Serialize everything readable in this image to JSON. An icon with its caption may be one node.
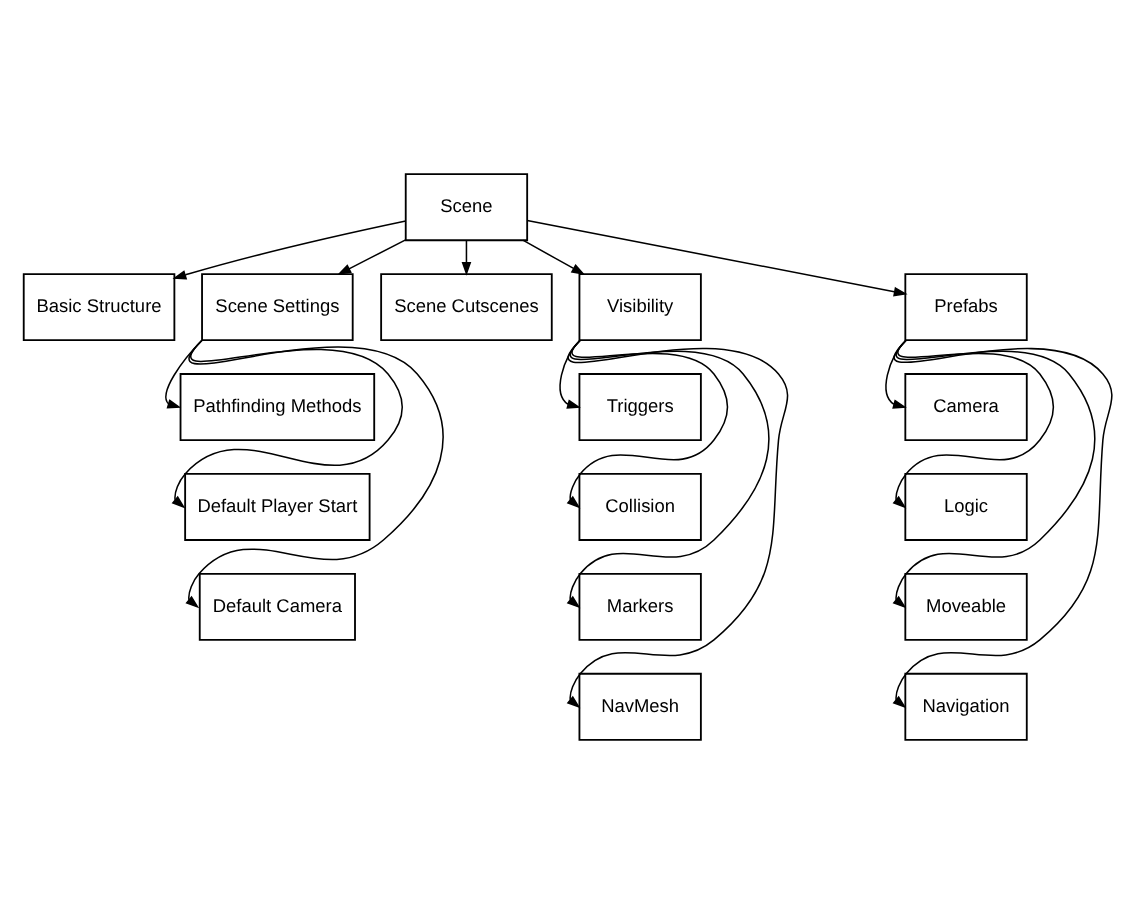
{
  "diagram": {
    "nodes": [
      {
        "text": [
          "Scene"
        ]
      },
      {
        "text": [
          "Basic Structure"
        ]
      },
      {
        "text": [
          "Scene Settings"
        ]
      },
      {
        "text": [
          "Scene Cutscenes"
        ]
      },
      {
        "text": [
          "Visibility"
        ]
      },
      {
        "text": [
          "Prefabs"
        ]
      },
      {
        "text": [
          "Pathfinding Methods"
        ]
      },
      {
        "text": [
          "Default Player Start"
        ]
      },
      {
        "text": [
          "Default Camera"
        ]
      },
      {
        "text": [
          "Triggers"
        ]
      },
      {
        "text": [
          "Collision"
        ]
      },
      {
        "text": [
          "Markers"
        ]
      },
      {
        "text": [
          "NavMesh"
        ]
      },
      {
        "text": [
          "Camera"
        ]
      },
      {
        "text": [
          "Logic"
        ]
      },
      {
        "text": [
          "Moveable"
        ]
      },
      {
        "text": [
          "Navigation"
        ]
      }
    ],
    "edges": [
      {
        "from": 0,
        "to": 1,
        "arrow": "to"
      },
      {
        "from": 0,
        "to": 2,
        "arrow": "to"
      },
      {
        "from": 0,
        "to": 3,
        "arrow": "to"
      },
      {
        "from": 0,
        "to": 4,
        "arrow": "to"
      },
      {
        "from": 0,
        "to": 5,
        "arrow": "to"
      },
      {
        "from": 2,
        "to": 6,
        "arrow": "to"
      },
      {
        "from": 2,
        "to": 7,
        "arrow": "to"
      },
      {
        "from": 2,
        "to": 8,
        "arrow": "to"
      },
      {
        "from": 4,
        "to": 9,
        "arrow": "to"
      },
      {
        "from": 4,
        "to": 10,
        "arrow": "to"
      },
      {
        "from": 4,
        "to": 11,
        "arrow": "to"
      },
      {
        "from": 4,
        "to": 12,
        "arrow": "to"
      },
      {
        "from": 5,
        "to": 13,
        "arrow": "to"
      },
      {
        "from": 5,
        "to": 14,
        "arrow": "to"
      },
      {
        "from": 5,
        "to": 15,
        "arrow": "to"
      },
      {
        "from": 5,
        "to": 16,
        "arrow": "to"
      }
    ]
  }
}
